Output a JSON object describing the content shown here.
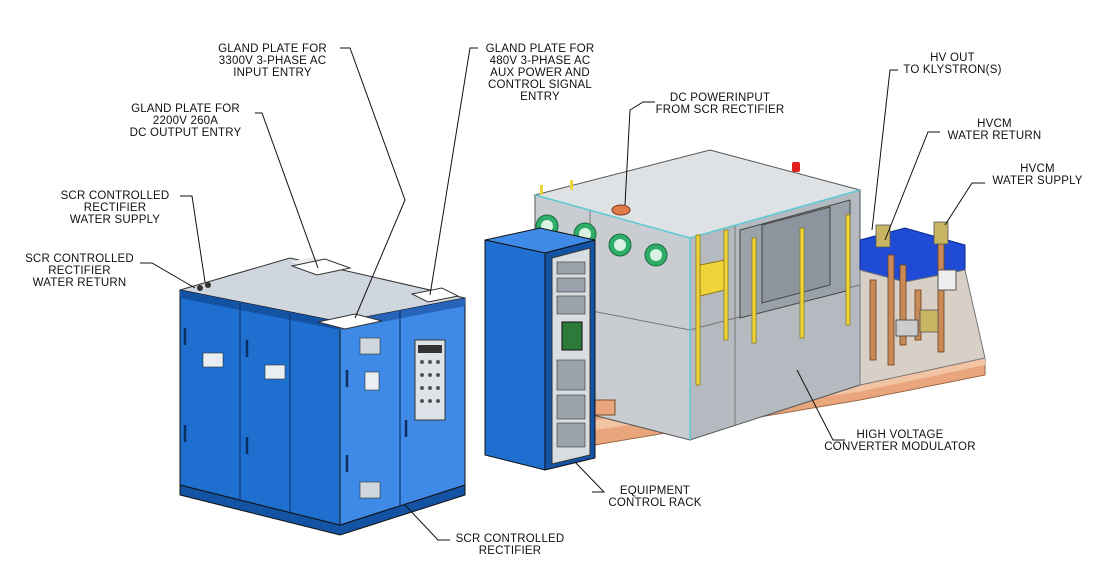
{
  "labels": {
    "gland_3300": [
      "GLAND PLATE FOR",
      "3300V 3-PHASE AC",
      "INPUT ENTRY"
    ],
    "gland_480": [
      "GLAND PLATE FOR",
      "480V 3-PHASE AC",
      "AUX POWER AND",
      "CONTROL SIGNAL",
      "ENTRY"
    ],
    "gland_2200": [
      "GLAND PLATE FOR",
      "2200V 260A",
      "DC OUTPUT ENTRY"
    ],
    "scr_water_supply": [
      "SCR CONTROLLED",
      "RECTIFIER",
      "WATER SUPPLY"
    ],
    "scr_water_return": [
      "SCR CONTROLLED",
      "RECTIFIER",
      "WATER RETURN"
    ],
    "dc_power_input": [
      "DC POWERINPUT",
      "FROM SCR RECTIFIER"
    ],
    "hv_out": [
      "HV OUT",
      "TO KLYSTRON(S)"
    ],
    "hvcm_water_return": [
      "HVCM",
      "WATER RETURN"
    ],
    "hvcm_water_supply": [
      "HVCM",
      "WATER SUPPLY"
    ],
    "hvcm_modulator": [
      "HIGH VOLTAGE",
      "CONVERTER MODULATOR"
    ],
    "equipment_rack": [
      "EQUIPMENT",
      "CONTROL RACK"
    ],
    "scr_rectifier": [
      "SCR CONTROLLED",
      "RECTIFIER"
    ]
  },
  "colors": {
    "cabinet_blue": "#1f6fd1",
    "cabinet_blue_dark": "#1453a3",
    "cabinet_blue_light": "#3e8ae6",
    "modulator_grey": "#c9cdd2",
    "modulator_grey_dark": "#a9aeb4",
    "base_orange": "#e9a57c",
    "pipe_copper": "#c98a57",
    "fan_green": "#2fae6a",
    "rod_yellow": "#f0d43a",
    "tank_blue": "#1f4bd6"
  }
}
